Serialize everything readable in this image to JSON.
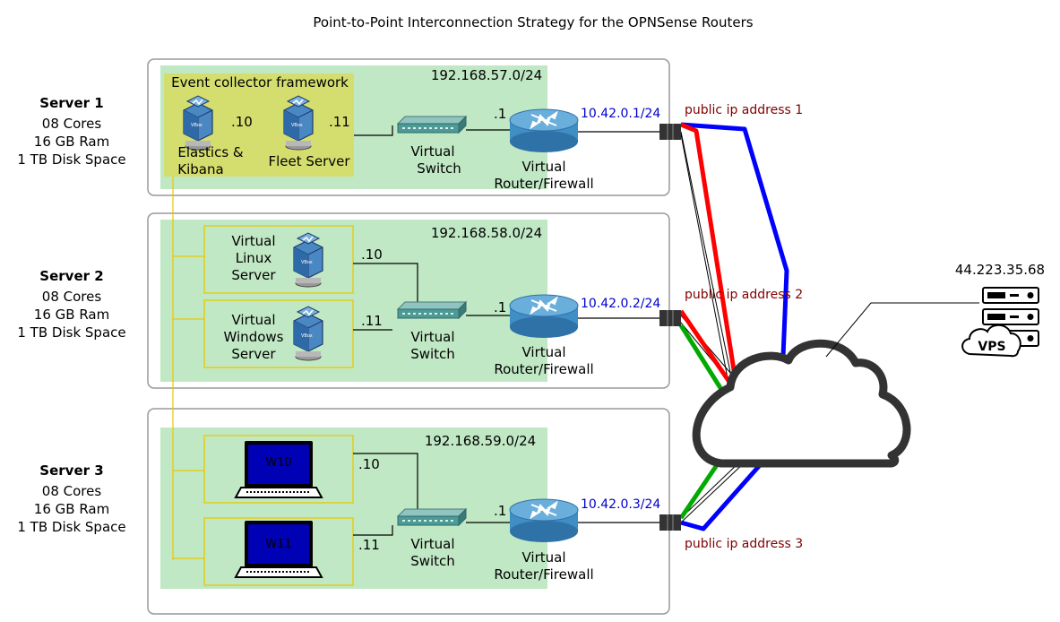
{
  "title": "Point-to-Point Interconnection Strategy for the OPNSense Routers",
  "servers": [
    {
      "name": "Server 1",
      "cores": "08 Cores",
      "ram": "16 GB Ram",
      "disk": "1 TB Disk Space"
    },
    {
      "name": "Server 2",
      "cores": "08 Cores",
      "ram": "16 GB Ram",
      "disk": "1 TB Disk Space"
    },
    {
      "name": "Server 3",
      "cores": "08 Cores",
      "ram": "16 GB Ram",
      "disk": "1 TB Disk Space"
    }
  ],
  "subnets": [
    "192.168.57.0/24",
    "192.168.58.0/24",
    "192.168.59.0/24"
  ],
  "event_collector": {
    "title": "Event collector framework",
    "elastic_octet": ".10",
    "elastic_label_1": "Elastics &",
    "elastic_label_2": "Kibana",
    "fleet_octet": ".11",
    "fleet_label": "Fleet Server"
  },
  "server2_vms": {
    "linux_1": "Virtual",
    "linux_2": "Linux",
    "linux_3": "Server",
    "linux_octet": ".10",
    "windows_1": "Virtual",
    "windows_2": "Windows",
    "windows_3": "Server",
    "windows_octet": ".11"
  },
  "server3_clients": {
    "w10_label": "W10",
    "w10_octet": ".10",
    "w11_label": "W11",
    "w11_octet": ".11"
  },
  "switch": {
    "line1": "Virtual",
    "line2": "Switch"
  },
  "router": {
    "line1": "Virtual",
    "line2": "Router/Firewall",
    "octet": ".1"
  },
  "wan_ips": [
    "10.42.0.1/24",
    "10.42.0.2/24",
    "10.42.0.3/24"
  ],
  "public_ips": [
    "public ip address 1",
    "public ip address 2",
    "public ip address 3"
  ],
  "vps": {
    "ip": "44.223.35.68",
    "label": "VPS"
  },
  "colors": {
    "subnet_fill": "#c1e8c4",
    "collector_fill": "#d4de6e",
    "vm_border": "#e8c800",
    "wan_text": "#0000cc",
    "public_text": "#800000",
    "link_blue": "#0000ff",
    "link_red": "#ff0000",
    "link_green": "#00aa00",
    "laptop_screen": "#0000b4"
  },
  "icons": [
    "virtualbox-icon",
    "switch-icon",
    "router-icon",
    "laptop-icon",
    "cloud-icon",
    "server-rack-icon"
  ]
}
